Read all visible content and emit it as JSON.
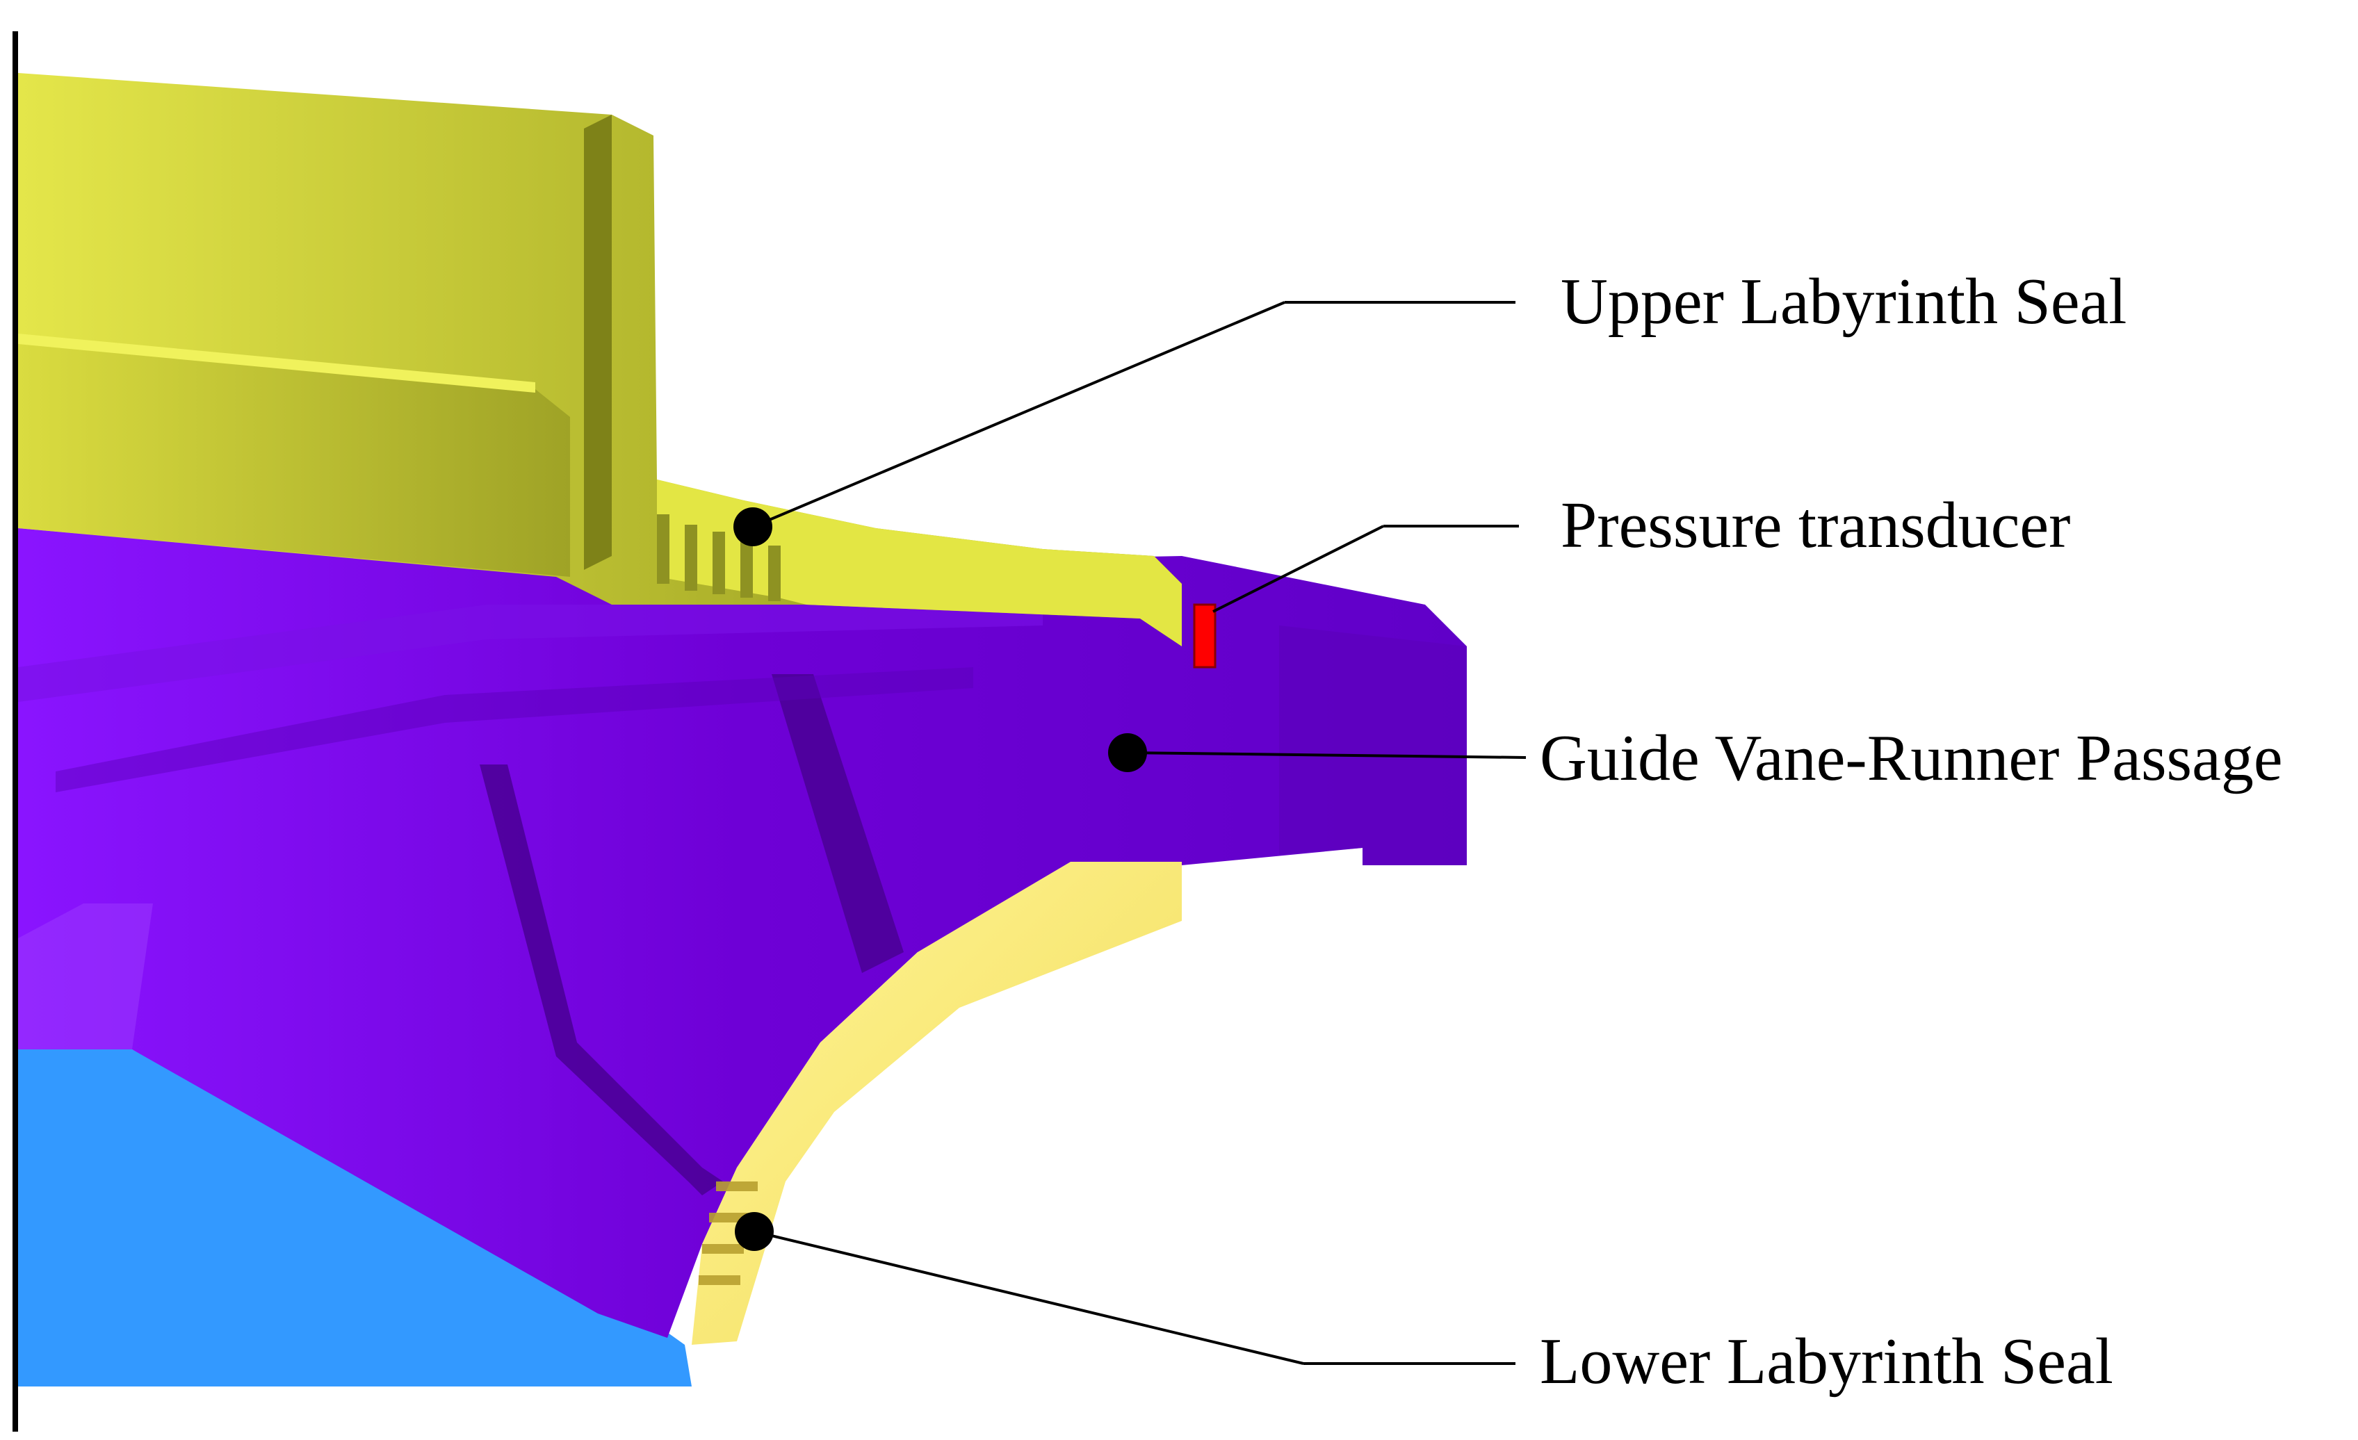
{
  "labels": {
    "upper_seal": "Upper Labyrinth Seal",
    "pressure_transducer": "Pressure transducer",
    "passage": "Guide Vane-Runner Passage",
    "lower_seal": "Lower Labyrinth Seal"
  },
  "colors": {
    "upper_seal": "#d6d838",
    "upper_seal_dark": "#8e9222",
    "passage": "#6f00d2",
    "passage_dark": "#4a0094",
    "draft_tube": "#3399ff",
    "lower_seal": "#ffee6e",
    "transducer": "#ff0000",
    "line": "#000000"
  }
}
